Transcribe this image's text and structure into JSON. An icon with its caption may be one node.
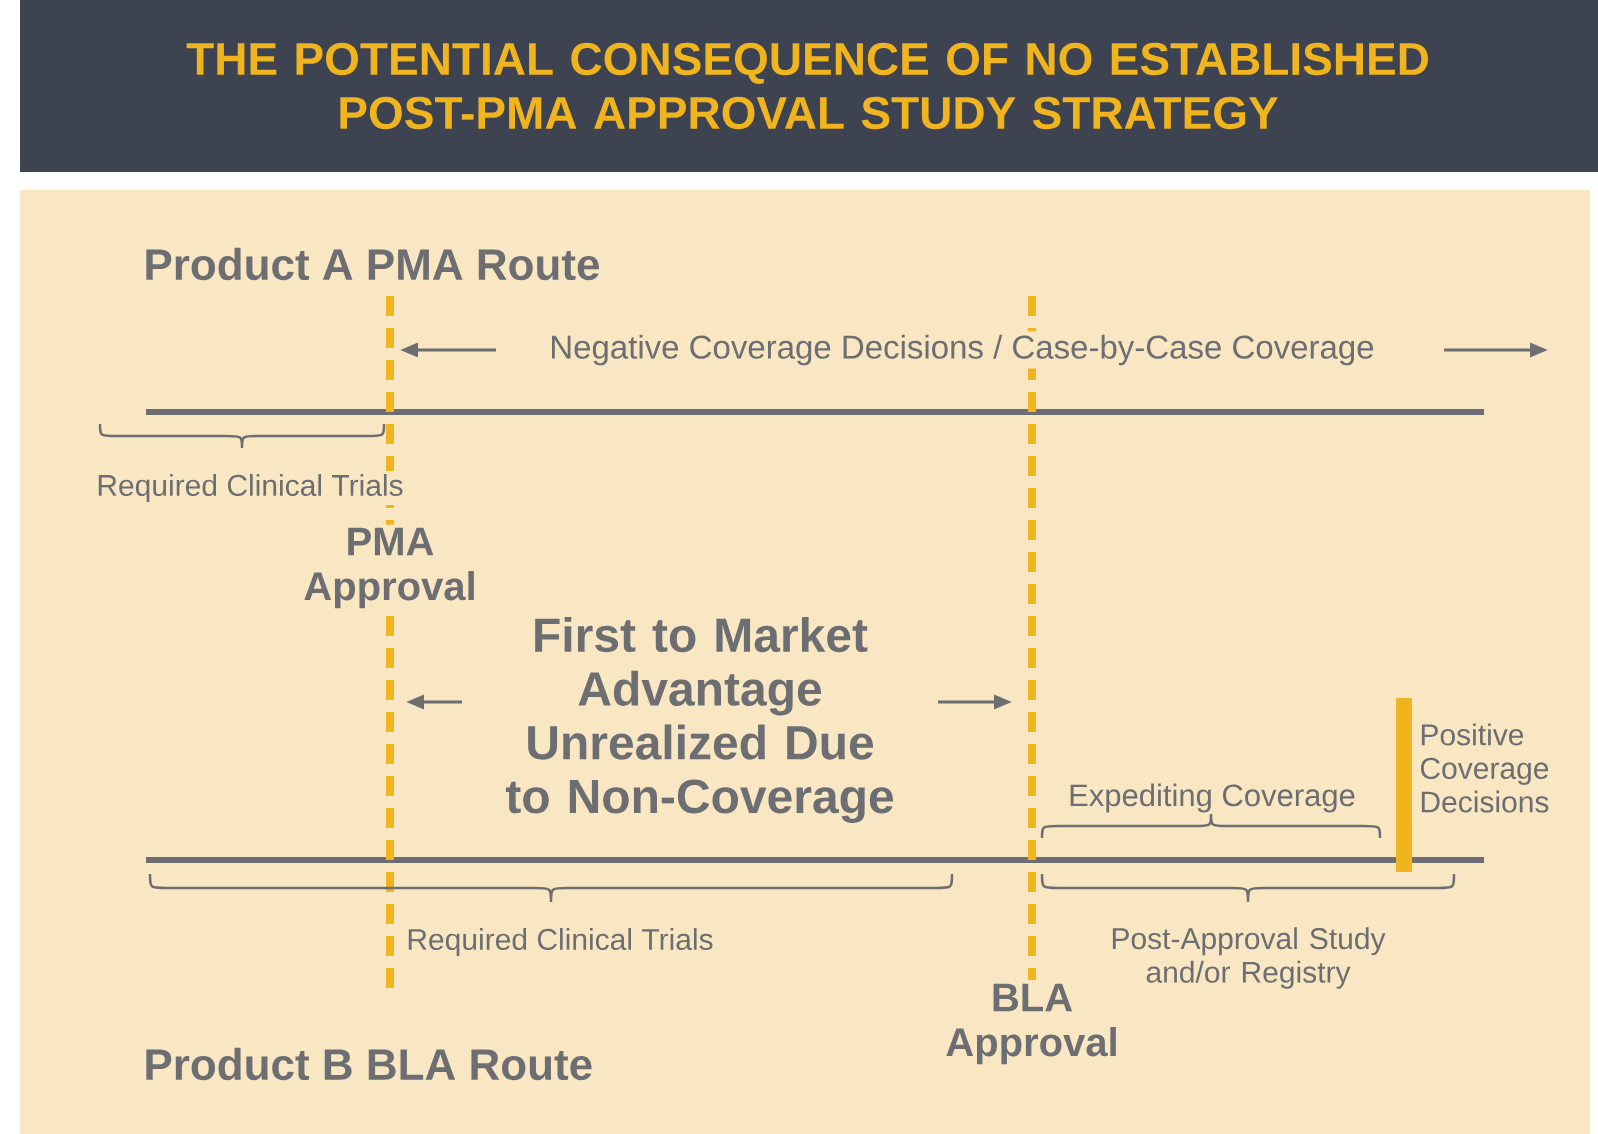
{
  "diagram": {
    "title": "THE POTENTIAL CONSEQUENCE OF NO ESTABLISHED POST-PMA APPROVAL STUDY STRATEGY",
    "labels": [
      "Product A PMA Route",
      "Negative Coverage Decisions / Case-by-Case Coverage",
      "Required Clinical Trials",
      "PMA Approval",
      "First to Market Advantage Unrealized Due to Non-Coverage",
      "Positive Coverage Decisions",
      "Expediting Coverage",
      "Required Clinical Trials",
      "Post-Approval Study and/or Registry",
      "BLA Approval",
      "Product B BLA Route"
    ]
  }
}
